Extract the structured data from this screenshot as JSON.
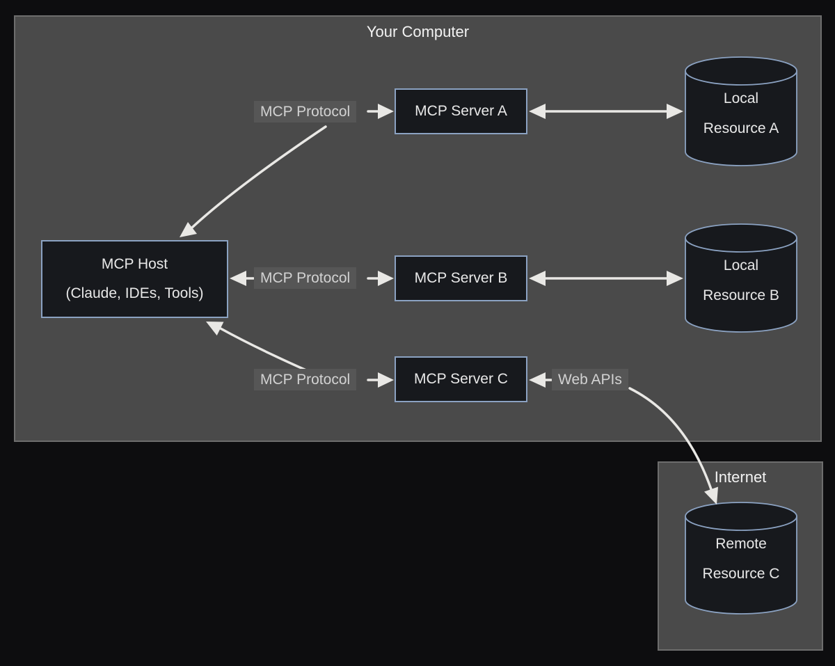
{
  "colors": {
    "page_bg": "#0d0d0f",
    "zone_bg": "#4a4a4a",
    "zone_border": "#6d6d6d",
    "node_bg": "#17191d",
    "node_border": "#8ba2c2",
    "node_text": "#e8e8e8",
    "title_text": "#f3f3f3",
    "label_bg": "#565656",
    "label_text": "#d2d2d2",
    "arrow": "#e9e8e5"
  },
  "zones": {
    "your_computer": {
      "title": "Your Computer"
    },
    "internet": {
      "title": "Internet"
    }
  },
  "nodes": {
    "mcp_host": {
      "line1": "MCP Host",
      "line2": "(Claude, IDEs, Tools)"
    },
    "server_a": {
      "label": "MCP Server A"
    },
    "server_b": {
      "label": "MCP Server B"
    },
    "server_c": {
      "label": "MCP Server C"
    },
    "resource_a": {
      "line1": "Local",
      "line2": "Resource A"
    },
    "resource_b": {
      "line1": "Local",
      "line2": "Resource B"
    },
    "resource_c": {
      "line1": "Remote",
      "line2": "Resource C"
    }
  },
  "edge_labels": {
    "protocol_a": "MCP Protocol",
    "protocol_b": "MCP Protocol",
    "protocol_c": "MCP Protocol",
    "web_apis": "Web APIs"
  }
}
